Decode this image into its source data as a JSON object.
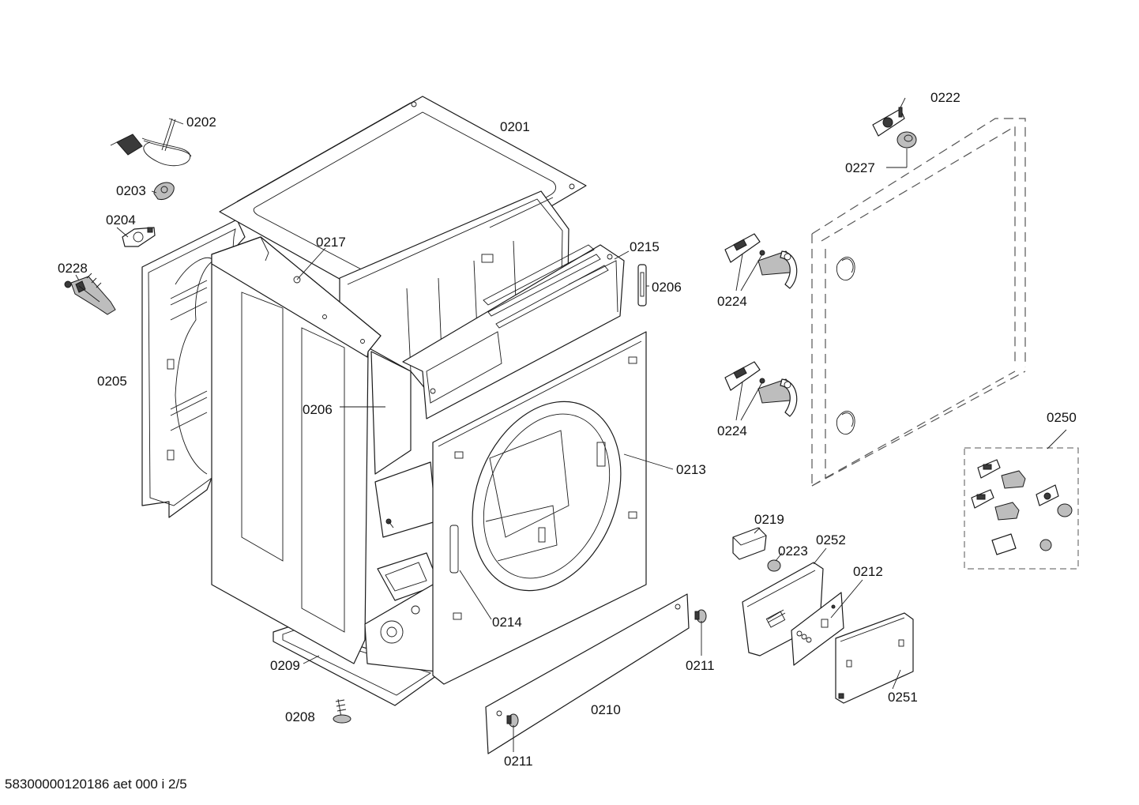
{
  "parts": [
    {
      "id": "p0201",
      "label": "0201"
    },
    {
      "id": "p0202",
      "label": "0202"
    },
    {
      "id": "p0203",
      "label": "0203"
    },
    {
      "id": "p0204",
      "label": "0204"
    },
    {
      "id": "p0205",
      "label": "0205"
    },
    {
      "id": "p0206a",
      "label": "0206"
    },
    {
      "id": "p0206b",
      "label": "0206"
    },
    {
      "id": "p0208",
      "label": "0208"
    },
    {
      "id": "p0209",
      "label": "0209"
    },
    {
      "id": "p0210",
      "label": "0210"
    },
    {
      "id": "p0211a",
      "label": "0211"
    },
    {
      "id": "p0211b",
      "label": "0211"
    },
    {
      "id": "p0212",
      "label": "0212"
    },
    {
      "id": "p0213",
      "label": "0213"
    },
    {
      "id": "p0214",
      "label": "0214"
    },
    {
      "id": "p0215",
      "label": "0215"
    },
    {
      "id": "p0217",
      "label": "0217"
    },
    {
      "id": "p0219",
      "label": "0219"
    },
    {
      "id": "p0222",
      "label": "0222"
    },
    {
      "id": "p0223",
      "label": "0223"
    },
    {
      "id": "p0224a",
      "label": "0224"
    },
    {
      "id": "p0224b",
      "label": "0224"
    },
    {
      "id": "p0227",
      "label": "0227"
    },
    {
      "id": "p0228",
      "label": "0228"
    },
    {
      "id": "p0250",
      "label": "0250"
    },
    {
      "id": "p0251",
      "label": "0251"
    },
    {
      "id": "p0252",
      "label": "0252"
    }
  ],
  "footer": "58300000120186 aet 000 i 2/5"
}
